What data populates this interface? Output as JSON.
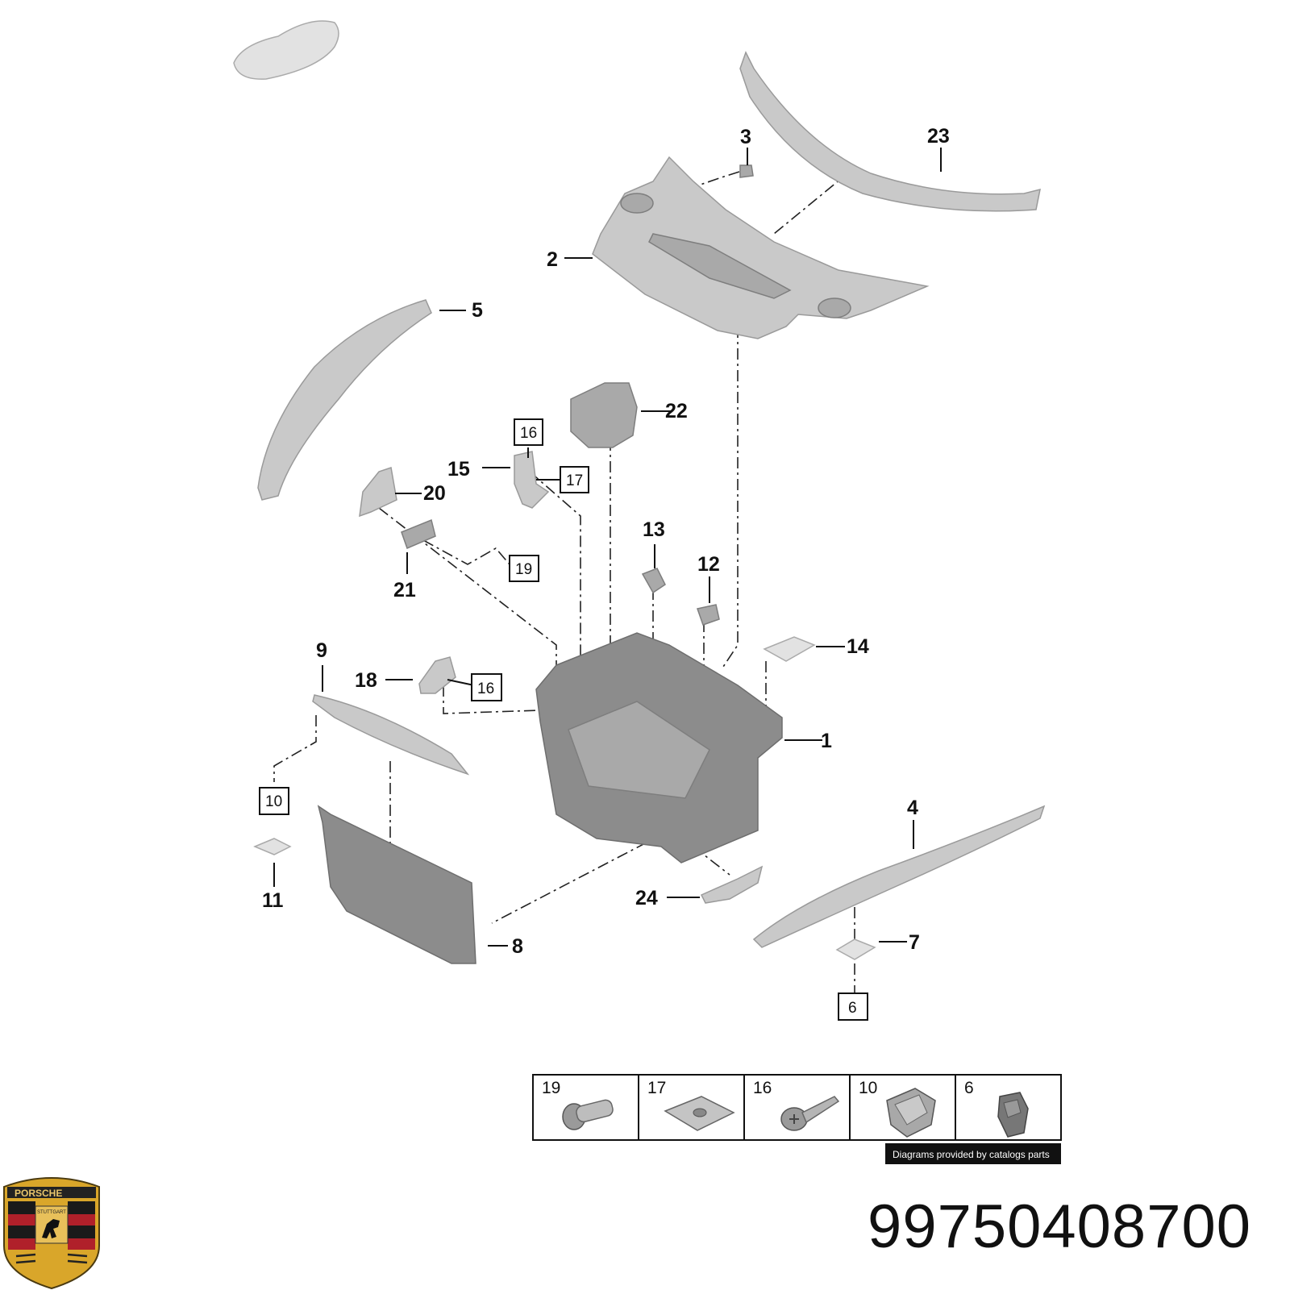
{
  "part_number": "99750408700",
  "logo": {
    "brand_text": "PORSCHE",
    "city_text": "STUTTGART"
  },
  "credit": "Diagrams provided by catalogs parts",
  "callouts": [
    "1",
    "2",
    "3",
    "4",
    "5",
    "7",
    "8",
    "9",
    "11",
    "12",
    "13",
    "14",
    "15",
    "18",
    "20",
    "21",
    "22",
    "23",
    "24"
  ],
  "boxed_refs": [
    "16",
    "17",
    "19",
    "16",
    "10",
    "6"
  ],
  "legend": [
    {
      "ref": "19"
    },
    {
      "ref": "17"
    },
    {
      "ref": "16"
    },
    {
      "ref": "10"
    },
    {
      "ref": "6"
    }
  ],
  "colors": {
    "part_fill": "#c9c9c9",
    "part_dark": "#8c8c8c",
    "line": "#111111"
  }
}
